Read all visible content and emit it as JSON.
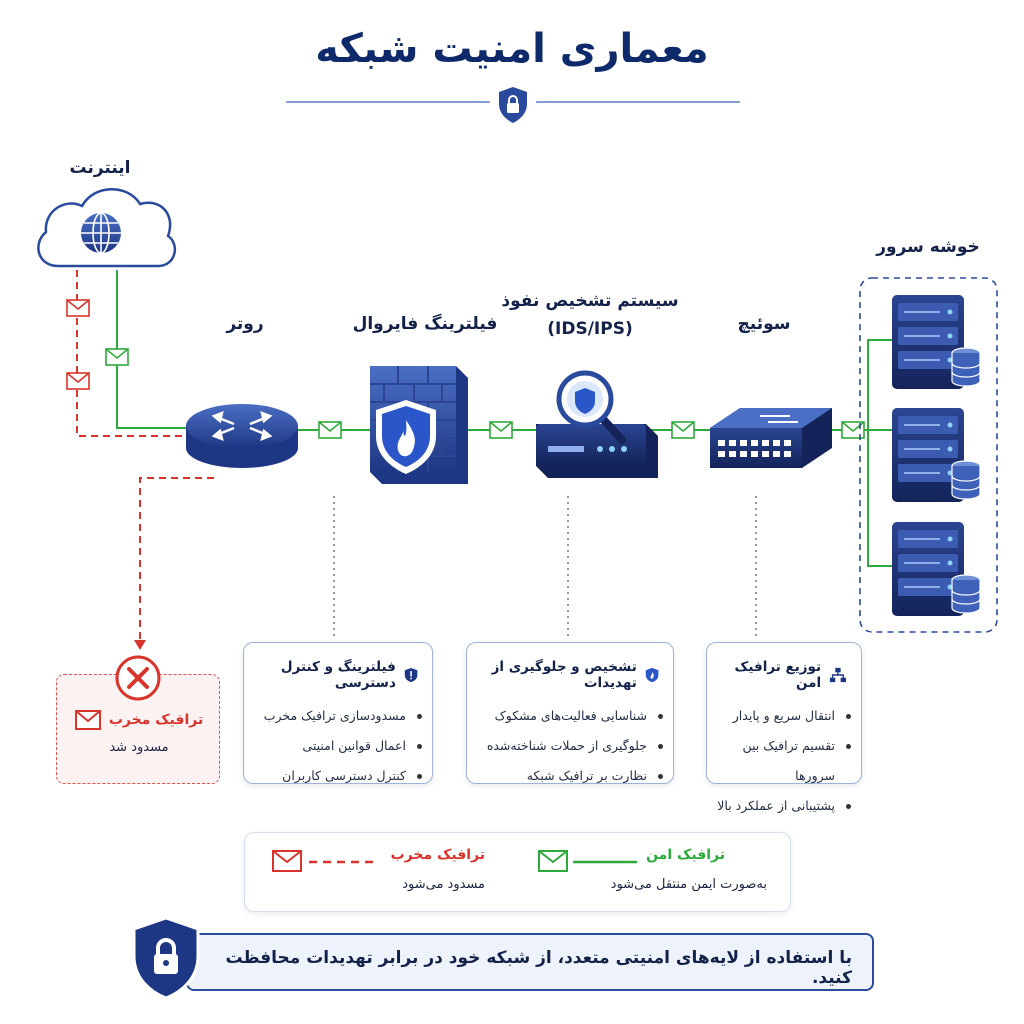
{
  "title": "معماری امنیت شبکه",
  "nodes": {
    "internet": "اینترنت",
    "router": "روتر",
    "firewall": "فیلترینگ فایروال",
    "ids_line1": "سیستم تشخیص نفوذ",
    "ids_line2": "(IDS/IPS)",
    "switch": "سوئیچ",
    "cluster": "خوشه سرور"
  },
  "blocked": {
    "title": "ترافیک مخرب",
    "status": "مسدود شد"
  },
  "cards": [
    {
      "title": "فیلترینگ و کنترل دسترسی",
      "icon": "shield-exclamation-icon",
      "items": [
        "مسدودسازی ترافیک مخرب",
        "اعمال قوانین امنیتی",
        "کنترل دسترسی کاربران"
      ]
    },
    {
      "title": "تشخیص و جلوگیری از تهدیدات",
      "icon": "shield-icon",
      "items": [
        "شناسایی فعالیت‌های مشکوک",
        "جلوگیری از حملات شناخته‌شده",
        "نظارت بر ترافیک شبکه"
      ]
    },
    {
      "title": "توزیع ترافیک امن",
      "icon": "network-tree-icon",
      "items": [
        "انتقال سریع و پایدار",
        "تقسیم ترافیک بین سرورها",
        "پشتیبانی از عملکرد بالا"
      ]
    }
  ],
  "legend": {
    "bad_title": "ترافیک مخرب",
    "bad_desc": "مسدود می‌شود",
    "good_title": "ترافیک امن",
    "good_desc": "به‌صورت ایمن منتقل می‌شود"
  },
  "banner": "با استفاده از لایه‌های امنیتی متعدد، از شبکه خود در برابر تهدیدات محافظت کنید.",
  "colors": {
    "navy": "#0f2a6b",
    "device_blue": "#2a4a9e",
    "safe_green": "#2eaa3c",
    "danger_red": "#d9342b"
  }
}
